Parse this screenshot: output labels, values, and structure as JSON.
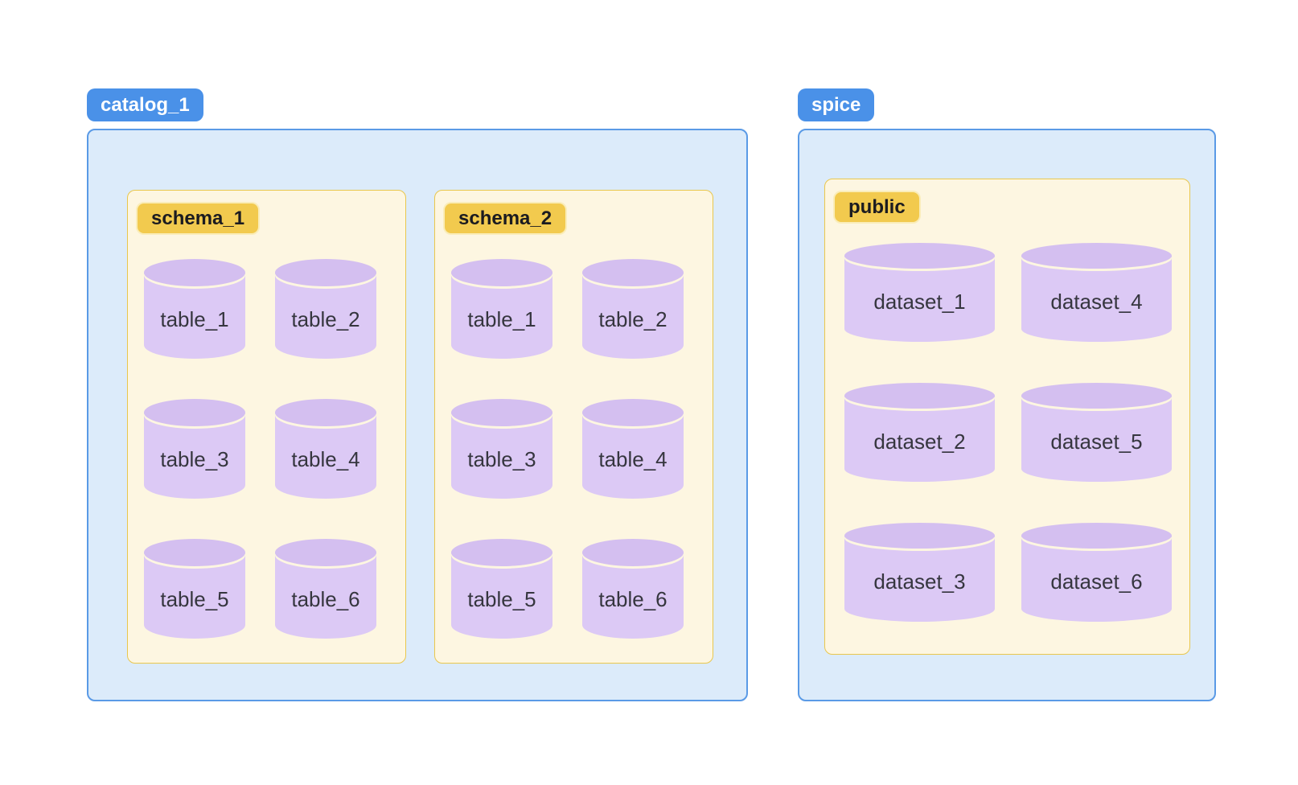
{
  "colors": {
    "badge_blue": "#4A91E8",
    "badge_blue_text": "#FFFFFF",
    "badge_gold": "#F2CA4E",
    "badge_gold_outline": "#FAEDB9",
    "badge_gold_text": "#1B1B20",
    "container_bg": "#DCEBFA",
    "container_border": "#5A9AE6",
    "box_bg": "#FDF6E1",
    "box_border": "#E9C74D",
    "cyl_body": "#DCC9F5",
    "cyl_top": "#D4BFF0",
    "cyl_text": "#36363F"
  },
  "catalog": {
    "label": "catalog_1",
    "schemas": [
      {
        "label": "schema_1",
        "tables": [
          "table_1",
          "table_2",
          "table_3",
          "table_4",
          "table_5",
          "table_6"
        ]
      },
      {
        "label": "schema_2",
        "tables": [
          "table_1",
          "table_2",
          "table_3",
          "table_4",
          "table_5",
          "table_6"
        ]
      }
    ]
  },
  "spice": {
    "label": "spice",
    "schemas": [
      {
        "label": "public",
        "tables": [
          "dataset_1",
          "dataset_4",
          "dataset_2",
          "dataset_5",
          "dataset_3",
          "dataset_6"
        ]
      }
    ]
  }
}
